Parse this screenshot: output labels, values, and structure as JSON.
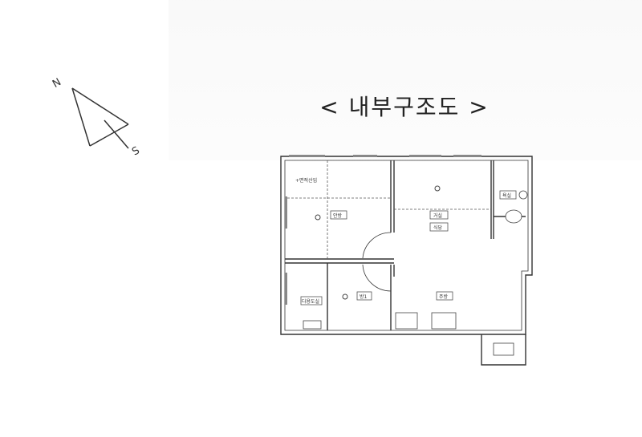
{
  "title": "< 내부구조도 >",
  "compass": {
    "north": "N",
    "south": "S"
  },
  "rooms": {
    "note": "+면적산입",
    "master": "안방",
    "living": "거실",
    "living_sub": "식당",
    "bath": "욕실",
    "room1": "방1",
    "kitchen": "주방",
    "utility": "다용도실"
  }
}
